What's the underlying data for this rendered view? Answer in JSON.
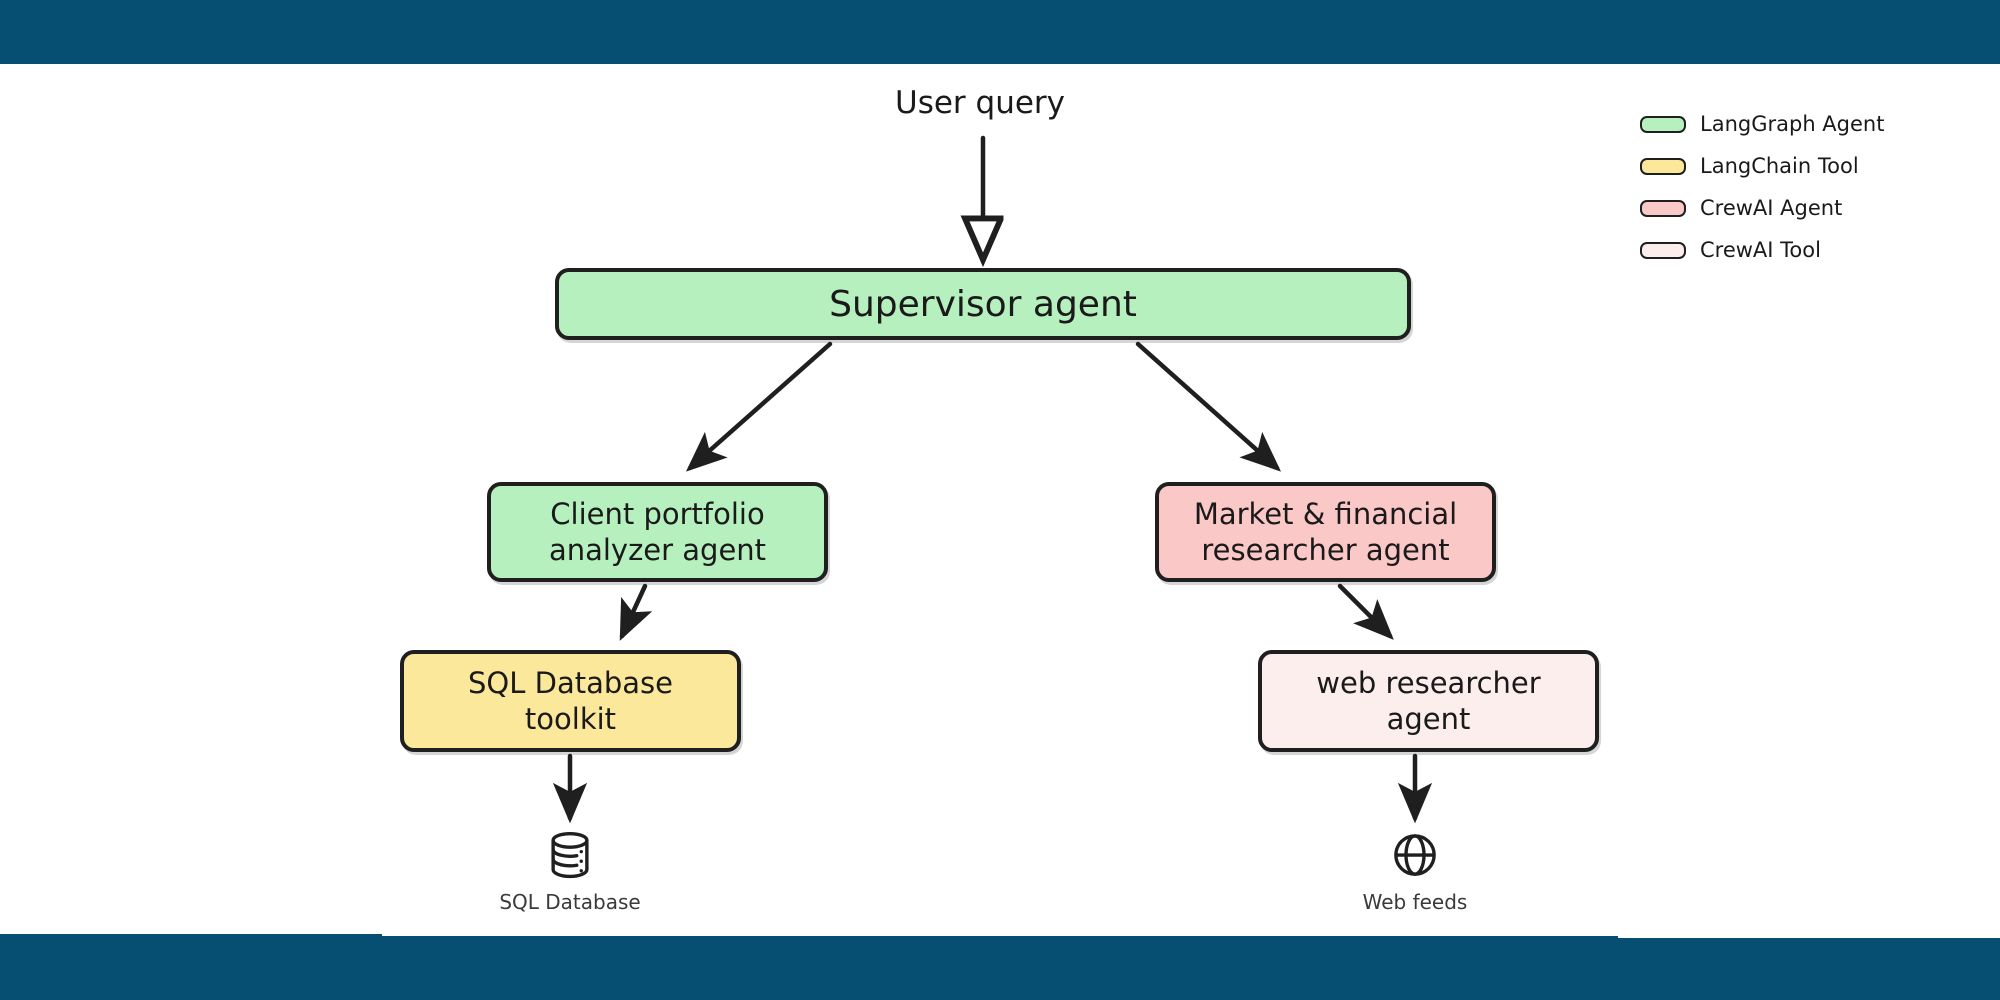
{
  "frame": {
    "header_color": "#064f72",
    "footer_color": "#064f72",
    "canvas_color": "#ffffff"
  },
  "diagram": {
    "entry_label": "User query",
    "nodes": [
      {
        "id": "supervisor",
        "label": "Supervisor agent",
        "style": "LangGraph Agent",
        "color": "#b6f0bf"
      },
      {
        "id": "client-portfolio",
        "label": "Client portfolio\nanalyzer agent",
        "style": "LangGraph Agent",
        "color": "#b6f0bf"
      },
      {
        "id": "market-researcher",
        "label": "Market & financial\nresearcher agent",
        "style": "CrewAI Agent",
        "color": "#fbc8c8"
      },
      {
        "id": "sql-toolkit",
        "label": "SQL Database\ntoolkit",
        "style": "LangChain Tool",
        "color": "#fbe89a"
      },
      {
        "id": "web-researcher",
        "label": "web researcher\nagent",
        "style": "CrewAI Tool",
        "color": "#fdeeee"
      }
    ],
    "endpoints": [
      {
        "id": "sql-database",
        "label": "SQL Database",
        "icon": "database-icon"
      },
      {
        "id": "web-feeds",
        "label": "Web feeds",
        "icon": "globe-icon"
      }
    ],
    "edges": [
      {
        "from": "user-query",
        "to": "supervisor",
        "arrow": "hollow"
      },
      {
        "from": "supervisor",
        "to": "client-portfolio",
        "arrow": "solid"
      },
      {
        "from": "supervisor",
        "to": "market-researcher",
        "arrow": "solid"
      },
      {
        "from": "client-portfolio",
        "to": "sql-toolkit",
        "arrow": "solid"
      },
      {
        "from": "market-researcher",
        "to": "web-researcher",
        "arrow": "solid"
      },
      {
        "from": "sql-toolkit",
        "to": "sql-database",
        "arrow": "solid"
      },
      {
        "from": "web-researcher",
        "to": "web-feeds",
        "arrow": "solid"
      }
    ]
  },
  "legend": {
    "items": [
      {
        "label": "LangGraph Agent",
        "color": "#b6f0bf"
      },
      {
        "label": "LangChain Tool",
        "color": "#fbe89a"
      },
      {
        "label": "CrewAI Agent",
        "color": "#fbc8c8"
      },
      {
        "label": "CrewAI Tool",
        "color": "#fdeeee"
      }
    ]
  }
}
